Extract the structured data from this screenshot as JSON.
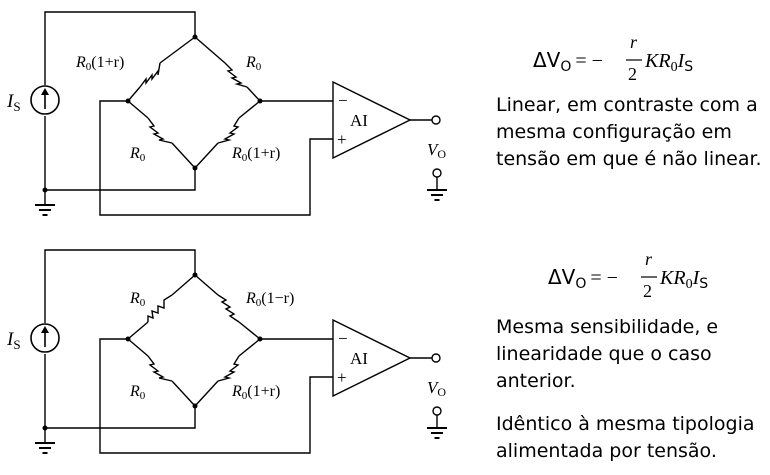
{
  "panels": [
    {
      "src_label_main": "I",
      "src_label_sub": "S",
      "r_tl": "R",
      "r_tl_sub": "0",
      "r_tl_suffix": "(1+r)",
      "r_tr": "R",
      "r_tr_sub": "0",
      "r_tr_suffix": "",
      "r_bl": "R",
      "r_bl_sub": "0",
      "r_bl_suffix": "",
      "r_br": "R",
      "r_br_sub": "0",
      "r_br_suffix": "(1+r)",
      "amp_label": "AI",
      "amp_minus": "−",
      "amp_plus": "+",
      "out_label_main": "V",
      "out_label_sub": "O",
      "formula": {
        "lhs": "ΔV",
        "lhs_sub": "O",
        "eq": "= −",
        "num": "r",
        "den": "2",
        "rhs": "KR",
        "rhs_sub": "0",
        "rhs2": "I",
        "rhs2_sub": "S"
      },
      "lines": [
        "Linear, em contraste com a",
        "mesma configuração em",
        "tensão em que é não linear."
      ]
    },
    {
      "src_label_main": "I",
      "src_label_sub": "S",
      "r_tl": "R",
      "r_tl_sub": "0",
      "r_tl_suffix": "",
      "r_tr": "R",
      "r_tr_sub": "0",
      "r_tr_suffix": "(1−r)",
      "r_bl": "R",
      "r_bl_sub": "0",
      "r_bl_suffix": "",
      "r_br": "R",
      "r_br_sub": "0",
      "r_br_suffix": "(1+r)",
      "amp_label": "AI",
      "amp_minus": "−",
      "amp_plus": "+",
      "out_label_main": "V",
      "out_label_sub": "O",
      "formula": {
        "lhs": "ΔV",
        "lhs_sub": "O",
        "eq": "= −",
        "num": "r",
        "den": "2",
        "rhs": "KR",
        "rhs_sub": "0",
        "rhs2": "I",
        "rhs2_sub": "S"
      },
      "lines": [
        "Mesma sensibilidade, e",
        "linearidade que o caso",
        "anterior."
      ],
      "lines2": [
        "Idêntico à mesma tipologia",
        "alimentada por tensão."
      ]
    }
  ]
}
